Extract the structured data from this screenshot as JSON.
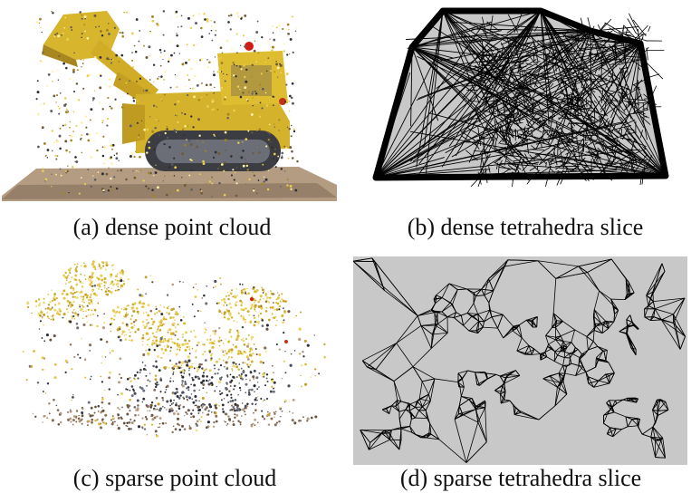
{
  "figure": {
    "panels": [
      {
        "id": "a",
        "caption": "(a) dense point cloud"
      },
      {
        "id": "b",
        "caption": "(b) dense tetrahedra slice"
      },
      {
        "id": "c",
        "caption": "(c) sparse point cloud"
      },
      {
        "id": "d",
        "caption": "(d) sparse tetrahedra slice"
      }
    ]
  },
  "colors": {
    "loader_yellow": "#d9b62a",
    "loader_dark": "#3a3a3a",
    "ground": "#b9a38a",
    "mesh_fill": "#c8c8c8",
    "mesh_line": "#000000",
    "warning_light": "#d41b12"
  }
}
